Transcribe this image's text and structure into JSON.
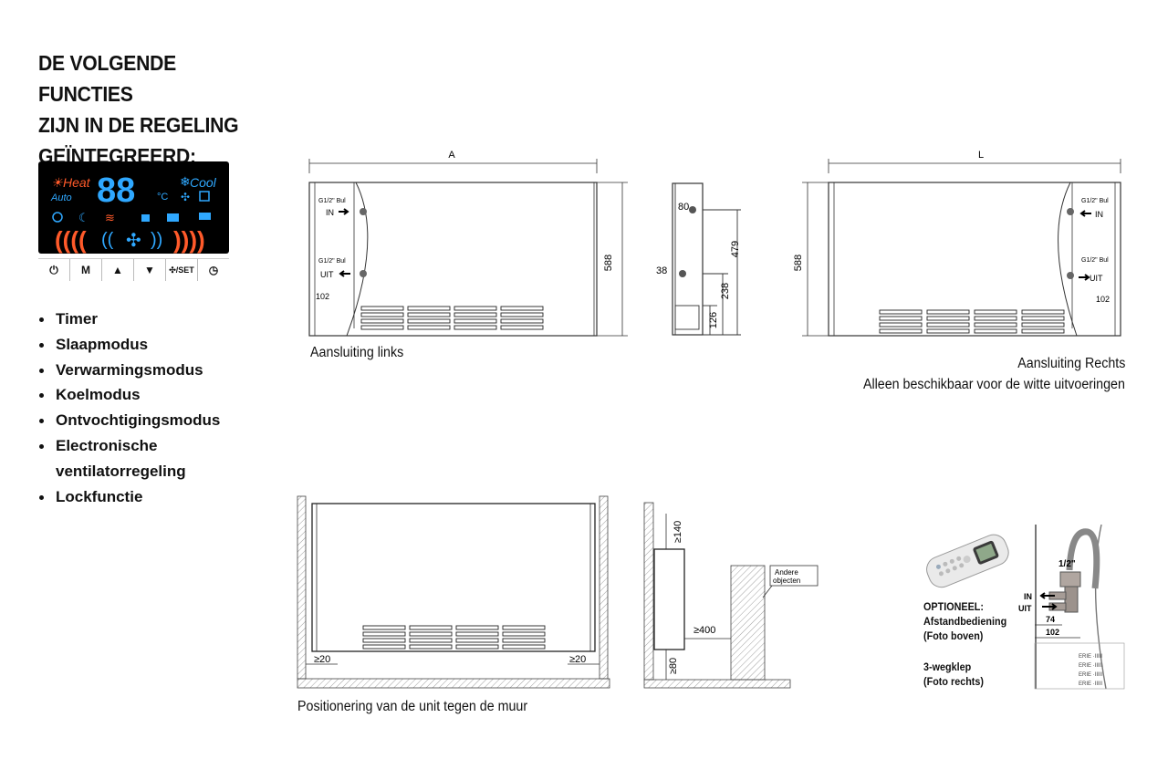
{
  "heading": {
    "line1": "DE VOLGENDE FUNCTIES",
    "line2": "ZIJN IN DE REGELING",
    "line3": "GEÏNTEGREERD:"
  },
  "display_panel": {
    "heat_label": "Heat",
    "auto_label": "Auto",
    "digits": "88",
    "unit": "°C",
    "cool_label": "Cool",
    "accent_warm": "#ff5a2a",
    "accent_cool": "#2fa8ff"
  },
  "panel_buttons": {
    "power": "⏻",
    "mode": "M",
    "up": "▲",
    "down": "▼",
    "fan_set": "✣/SET",
    "timer": "◷"
  },
  "features": [
    "Timer",
    "Slaapmodus",
    "Verwarmingsmodus",
    "Koelmodus",
    "Ontvochtigingsmodus",
    "Electronische",
    "ventilatorregeling",
    "Lockfunctie"
  ],
  "drawing_left": {
    "dim_width": "A",
    "dim_height": "588",
    "in_spec": "G1/2\" Bul",
    "in_label": "IN",
    "out_spec": "G1/2\" Bul",
    "out_label": "UIT",
    "dim_102": "102",
    "caption": "Aansluiting links"
  },
  "drawing_side": {
    "dim_80": "80",
    "dim_479": "479",
    "dim_38": "38",
    "dim_238": "238",
    "dim_126": "126"
  },
  "drawing_right": {
    "dim_width": "L",
    "dim_height": "588",
    "in_spec": "G1/2\" Bul",
    "in_label": "IN",
    "out_spec": "G1/2\" Bul",
    "out_label": "UIT",
    "dim_102": "102",
    "caption1": "Aansluiting Rechts",
    "caption2": "Alleen beschikbaar voor de witte uitvoeringen"
  },
  "drawing_wall": {
    "gap_left": "≥20",
    "gap_right": "≥20",
    "caption": "Positionering van de unit tegen de muur"
  },
  "drawing_clearance": {
    "top": "≥140",
    "front": "≥400",
    "bottom": "≥80",
    "objects_line1": "Andere",
    "objects_line2": "objecten"
  },
  "optional": {
    "line1": "OPTIONEEL:",
    "line2": "Afstandbediening",
    "line3": "(Foto boven)",
    "line4": "3-wegklep",
    "line5": "(Foto rechts)"
  },
  "valve_photo": {
    "size": "1/2\"",
    "in_label": "IN",
    "out_label": "UIT",
    "dim_74": "74",
    "dim_102": "102"
  }
}
